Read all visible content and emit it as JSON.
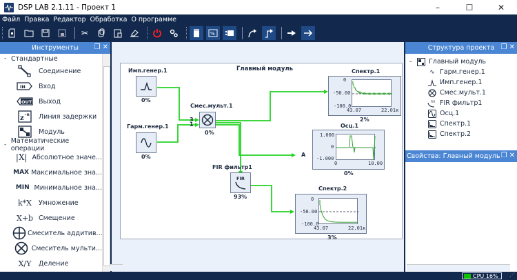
{
  "window": {
    "title": "DSP LAB 2.1.11 - Проект 1",
    "minimize": "–",
    "maximize": "☐",
    "close": "✕"
  },
  "menu": [
    "Файл",
    "Правка",
    "Редактор",
    "Обработка",
    "О программе"
  ],
  "toolbar": {
    "icons": [
      "new-file-icon",
      "open-folder-icon",
      "save-icon",
      "save-as-icon",
      "cut-icon",
      "copy-icon",
      "paste-icon",
      "eraser-icon",
      "power-icon",
      "settings-icon",
      "block-view-icon",
      "percent-view-icon",
      "panel-view-icon",
      "curve-connection-icon",
      "orthogonal-connection-icon",
      "arrow-right-icon",
      "arrow-right-bold-icon"
    ]
  },
  "tools_panel": {
    "title": "Инструменты",
    "groups": [
      {
        "label": "Стандартные",
        "items": [
          {
            "icon": "connection-icon",
            "glyph": "",
            "label": "Соединение"
          },
          {
            "icon": "input-icon",
            "glyph": "IN",
            "label": "Вход"
          },
          {
            "icon": "output-icon",
            "glyph": "OUT",
            "label": "Выход"
          },
          {
            "icon": "delay-line-icon",
            "glyph": "z⁻ⁿ",
            "label": "Линия задержки"
          },
          {
            "icon": "module-icon",
            "glyph": "",
            "label": "Модуль"
          }
        ]
      },
      {
        "label": "Математические операции",
        "items": [
          {
            "icon": "abs-icon",
            "glyph": "|X|",
            "label": "Абсолютное значе..."
          },
          {
            "icon": "max-icon",
            "glyph": "MAX",
            "label": "Максимальное зна..."
          },
          {
            "icon": "min-icon",
            "glyph": "MIN",
            "label": "Минимальное зна..."
          },
          {
            "icon": "multiply-icon",
            "glyph": "k*X",
            "label": "Умножение"
          },
          {
            "icon": "offset-icon",
            "glyph": "X+b",
            "label": "Смещение"
          },
          {
            "icon": "additive-mixer-icon",
            "glyph": "⊕",
            "label": "Смеситель аддитив..."
          },
          {
            "icon": "multiplicative-mixer-icon",
            "glyph": "⊗",
            "label": "Смеситель мульти..."
          },
          {
            "icon": "divide-icon",
            "glyph": "X/Y",
            "label": "Деление"
          }
        ]
      }
    ]
  },
  "canvas": {
    "module_title": "Главный модуль",
    "blocks": {
      "imp_gen": {
        "label": "Имп.генер.1",
        "pct": "0%"
      },
      "harm_gen": {
        "label": "Гарм.генер.1",
        "pct": "0%"
      },
      "mixer": {
        "label": "Смес.мульт.1",
        "pct": "0%",
        "port_a": "3",
        "port_b": "1"
      },
      "fir": {
        "label": "FIR фильтр1",
        "pct": "93%",
        "glyph": "FIR"
      },
      "osc": {
        "label": "Осц.1",
        "pct": "0%",
        "port": "A",
        "y_max": "1.000",
        "y_mid": "0",
        "y_min": "-1.000",
        "x_min": "0",
        "x_max": "10.00"
      },
      "spec1": {
        "label": "Спектр.1",
        "pct": "2%",
        "y_max": "0",
        "y_mid": "-50.00",
        "y_min": "-100.0",
        "x_min": "43.07",
        "x_max": "22.01к"
      },
      "spec2": {
        "label": "Спектр.2",
        "pct": "3%",
        "y_max": "0",
        "y_mid": "-50.00",
        "y_min": "-100.0",
        "x_min": "43.07",
        "x_max": "22.01к"
      }
    }
  },
  "structure_panel": {
    "title": "Структура проекта",
    "root": "Главный модуль",
    "items": [
      {
        "icon": "harmonic-gen-icon",
        "glyph": "∿",
        "label": "Гарм.генер.1"
      },
      {
        "icon": "impulse-gen-icon",
        "glyph": "⅄",
        "label": "Имп.генер.1"
      },
      {
        "icon": "mixer-icon",
        "glyph": "⊗",
        "label": "Смес.мульт.1"
      },
      {
        "icon": "fir-filter-icon",
        "glyph": "FIR",
        "label": "FIR фильтр1"
      },
      {
        "icon": "oscilloscope-icon",
        "glyph": "∿",
        "label": "Осц.1"
      },
      {
        "icon": "spectrum-icon",
        "glyph": "▙",
        "label": "Спектр.1"
      },
      {
        "icon": "spectrum-icon",
        "glyph": "▙",
        "label": "Спектр.2"
      }
    ]
  },
  "properties_panel": {
    "title": "Свойства: Главный модуль"
  },
  "status": {
    "cpu_label": "CPU 16%",
    "cpu_fraction": 0.16
  },
  "colors": {
    "dark": "#12294d",
    "panel_header": "#4a86d3",
    "wire": "#22d322",
    "trace": "#2e9e2e"
  }
}
